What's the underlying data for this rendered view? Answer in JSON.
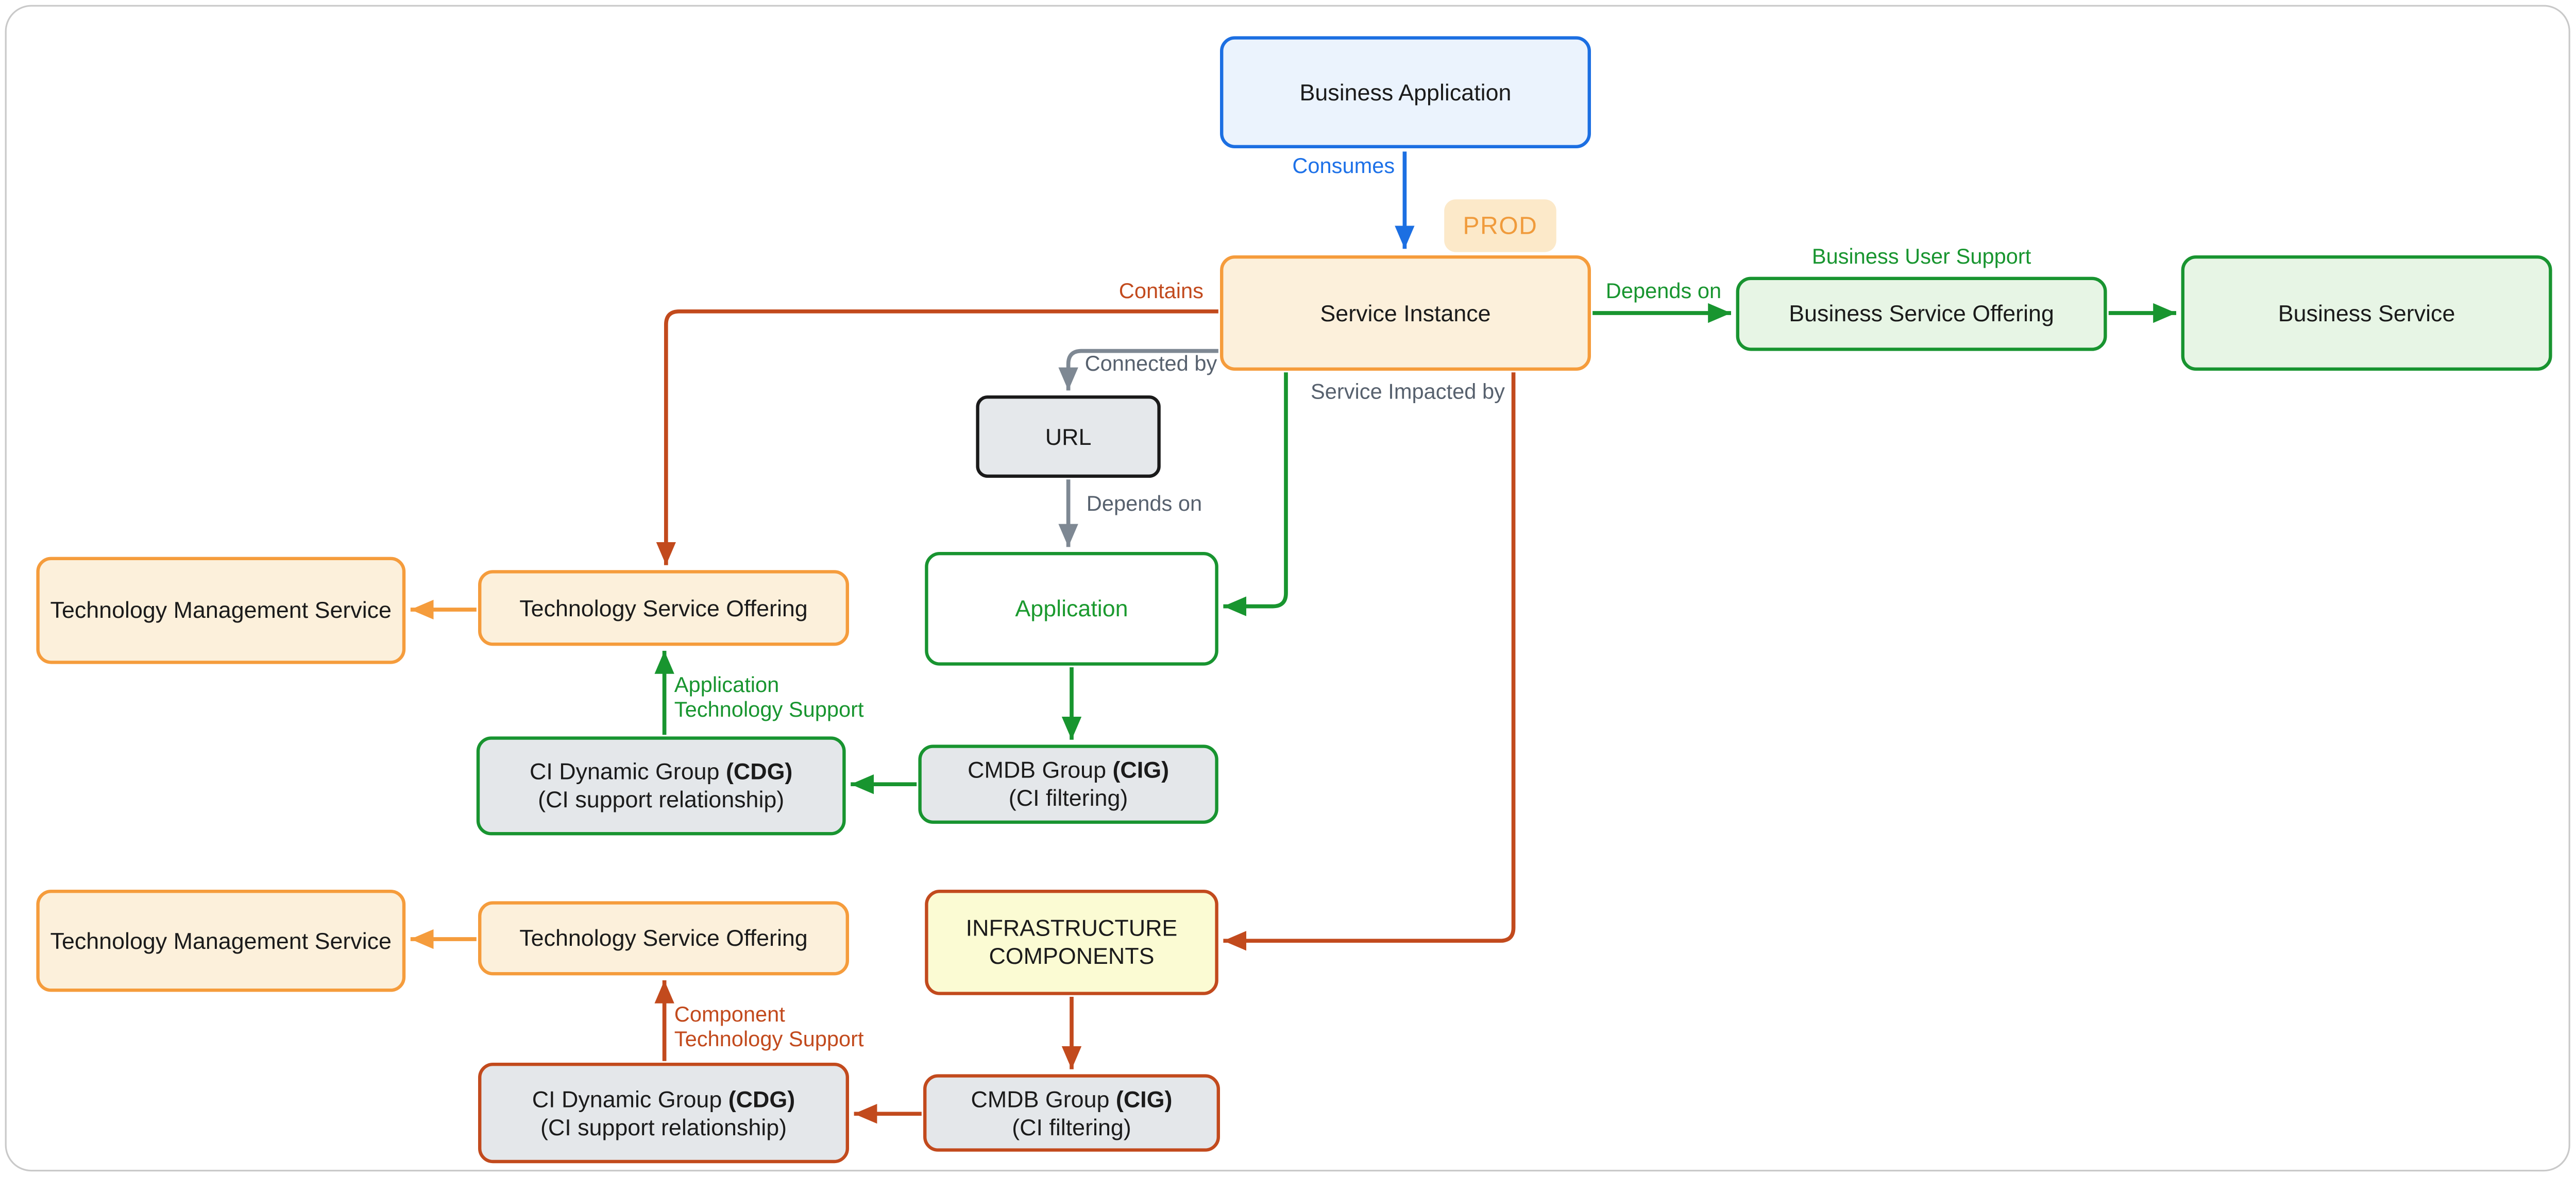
{
  "diagram": {
    "nodes": {
      "business_application": {
        "label": "Business Application"
      },
      "prod_badge": {
        "label": "PROD"
      },
      "service_instance": {
        "label": "Service Instance"
      },
      "business_service_offering": {
        "label": "Business Service Offering"
      },
      "business_service": {
        "label": "Business Service"
      },
      "url": {
        "label": "URL"
      },
      "application": {
        "label": "Application"
      },
      "technology_management_service_top": {
        "label": "Technology Management Service"
      },
      "technology_service_offering_top": {
        "label": "Technology Service Offering"
      },
      "ci_dynamic_group_top": {
        "title": "CI Dynamic Group ",
        "title_bold": "(CDG)",
        "subtitle": "(CI support relationship)"
      },
      "cmdb_group_top": {
        "title": "CMDB Group ",
        "title_bold": "(CIG)",
        "subtitle": "(CI filtering)"
      },
      "infrastructure_components": {
        "label": "INFRASTRUCTURE COMPONENTS"
      },
      "technology_management_service_bottom": {
        "label": "Technology Management Service"
      },
      "technology_service_offering_bottom": {
        "label": "Technology Service Offering"
      },
      "ci_dynamic_group_bottom": {
        "title": "CI Dynamic Group ",
        "title_bold": "(CDG)",
        "subtitle": "(CI support relationship)"
      },
      "cmdb_group_bottom": {
        "title": "CMDB Group ",
        "title_bold": "(CIG)",
        "subtitle": "(CI filtering)"
      }
    },
    "edge_labels": {
      "consumes": "Consumes",
      "depends_on_service": "Depends on",
      "business_user_support": "Business User Support",
      "contains": "Contains",
      "connected_by": "Connected by",
      "depends_on_url": "Depends on",
      "service_impacted_by": "Service Impacted by",
      "application_technology_support": "Application Technology Support",
      "component_technology_support": "Component Technology Support"
    },
    "colors": {
      "blue": "#1c6fe2",
      "blue_fill": "#ebf3fd",
      "orange": "#f59c3c",
      "orange_fill": "#fcf0db",
      "prod_fill": "#fce9c9",
      "prod_text": "#f09b3c",
      "green": "#189430",
      "green_fill": "#e7f5e5",
      "red": "#c24a1d",
      "infrastructure_fill": "#fbfbd3",
      "group_fill": "#e4e7ea",
      "gray_line": "#7e8893",
      "gray_text": "#57616e",
      "url_border": "#1a1a1a"
    }
  }
}
